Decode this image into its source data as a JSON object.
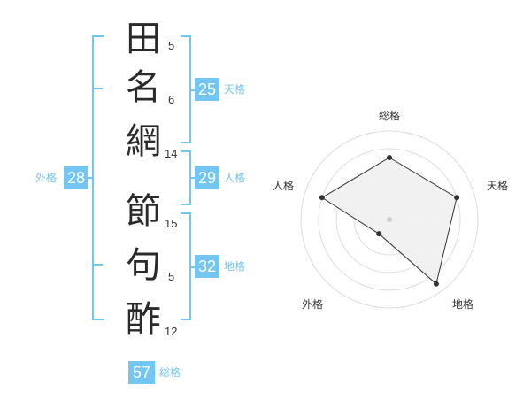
{
  "characters": [
    {
      "char": "田",
      "strokes": "5"
    },
    {
      "char": "名",
      "strokes": "6"
    },
    {
      "char": "網",
      "strokes": "14"
    },
    {
      "char": "節",
      "strokes": "15"
    },
    {
      "char": "句",
      "strokes": "5"
    },
    {
      "char": "酢",
      "strokes": "12"
    }
  ],
  "kaku": {
    "tenkaku": {
      "value": "25",
      "label": "天格"
    },
    "jinkaku": {
      "value": "29",
      "label": "人格"
    },
    "chikaku": {
      "value": "32",
      "label": "地格"
    },
    "gaikaku": {
      "value": "28",
      "label": "外格"
    },
    "soukaku": {
      "value": "57",
      "label": "総格"
    }
  },
  "chart_data": {
    "type": "radar",
    "axes": [
      "総格",
      "天格",
      "地格",
      "外格",
      "人格"
    ],
    "max": 5,
    "rings": 5,
    "values": [
      3.5,
      4,
      4.5,
      1,
      4
    ],
    "fill_color": "#efefef",
    "line_color": "#333333",
    "accent": "#74c6f2"
  }
}
